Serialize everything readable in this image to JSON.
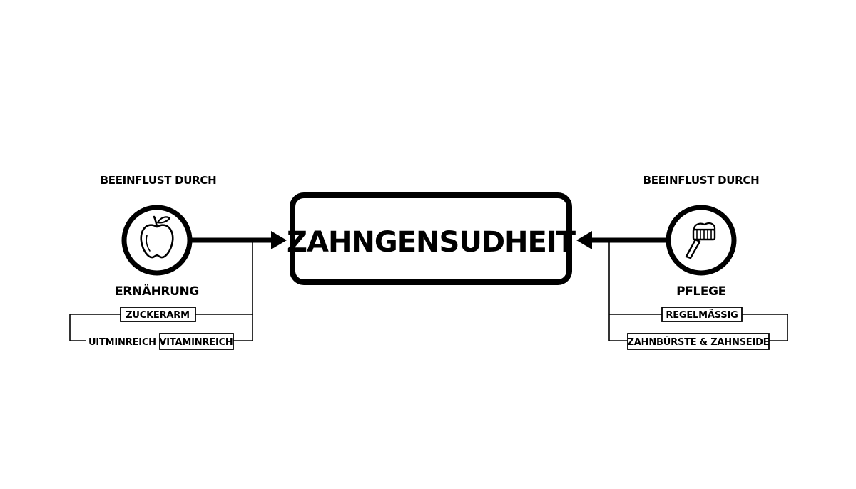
{
  "center": {
    "title": "ZAHNGENSUDHEIT"
  },
  "left": {
    "caption": "BEEINFLUST DURCH",
    "icon": "apple-icon",
    "label": "ERNÄHRUNG",
    "tags": [
      "ZUCKERARM",
      "VITAMINREICH"
    ],
    "stray_text": "UITMINREICH +"
  },
  "right": {
    "caption": "BEEINFLUST DURCH",
    "icon": "toothbrush-icon",
    "label": "PFLEGE",
    "tags": [
      "REGELMÄSSIG",
      "ZAHNBÜRSTE & ZAHNSEIDE"
    ]
  },
  "colors": {
    "ink": "#000000",
    "background": "#ffffff"
  }
}
